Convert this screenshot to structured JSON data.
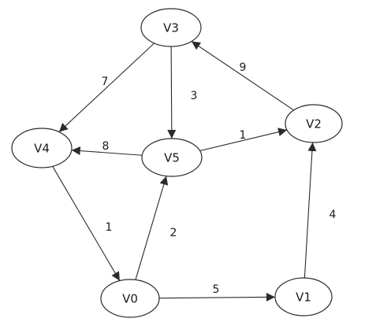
{
  "graph": {
    "nodes": [
      {
        "id": "V3",
        "label": "V3"
      },
      {
        "id": "V2",
        "label": "V2"
      },
      {
        "id": "V4",
        "label": "V4"
      },
      {
        "id": "V5",
        "label": "V5"
      },
      {
        "id": "V0",
        "label": "V0"
      },
      {
        "id": "V1",
        "label": "V1"
      }
    ],
    "edges": [
      {
        "from": "V3",
        "to": "V4",
        "weight": "7"
      },
      {
        "from": "V3",
        "to": "V5",
        "weight": "3"
      },
      {
        "from": "V2",
        "to": "V3",
        "weight": "9"
      },
      {
        "from": "V5",
        "to": "V2",
        "weight": "1"
      },
      {
        "from": "V5",
        "to": "V4",
        "weight": "8"
      },
      {
        "from": "V4",
        "to": "V0",
        "weight": "1"
      },
      {
        "from": "V0",
        "to": "V5",
        "weight": "2"
      },
      {
        "from": "V1",
        "to": "V2",
        "weight": "4"
      },
      {
        "from": "V0",
        "to": "V1",
        "weight": "5"
      }
    ]
  },
  "colors": {
    "stroke": "#2b2b2b",
    "node_fill": "#ffffff",
    "text": "#1a1a1a"
  }
}
